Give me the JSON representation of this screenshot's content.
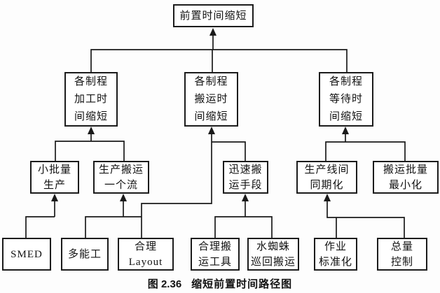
{
  "figure": {
    "caption_number": "图 2.36",
    "caption_title": "缩短前置时间路径图"
  },
  "nodes": {
    "root": "前置时间缩短",
    "process_time": "各制程\n加工时\n间缩短",
    "transport_time": "各制程\n搬运时\n间缩短",
    "wait_time": "各制程\n等待时\n间缩短",
    "small_batch": "小批量\n生产",
    "one_piece_flow": "生产搬运\n一个流",
    "rapid_transport": "迅速搬\n运手段",
    "line_sync": "生产线间\n同期化",
    "min_transport_batch": "搬运批量\n最小化",
    "smed": "SMED",
    "multi_skilled": "多能工",
    "layout": "合理\nLayout",
    "transport_tools": "合理搬\n运工具",
    "water_spider": "水蜘蛛\n巡回搬运",
    "work_standard": "作业\n标准化",
    "total_control": "总量\n控制"
  },
  "edges": [
    {
      "from": "process_time",
      "to": "root"
    },
    {
      "from": "transport_time",
      "to": "root"
    },
    {
      "from": "wait_time",
      "to": "root"
    },
    {
      "from": "small_batch",
      "to": "process_time"
    },
    {
      "from": "one_piece_flow",
      "to": "process_time"
    },
    {
      "from": "rapid_transport",
      "to": "transport_time"
    },
    {
      "from": "layout",
      "to": "transport_time"
    },
    {
      "from": "line_sync",
      "to": "wait_time"
    },
    {
      "from": "min_transport_batch",
      "to": "wait_time"
    },
    {
      "from": "smed",
      "to": "small_batch"
    },
    {
      "from": "multi_skilled",
      "to": "one_piece_flow"
    },
    {
      "from": "layout",
      "to": "one_piece_flow"
    },
    {
      "from": "transport_tools",
      "to": "rapid_transport"
    },
    {
      "from": "water_spider",
      "to": "rapid_transport"
    },
    {
      "from": "work_standard",
      "to": "line_sync"
    },
    {
      "from": "total_control",
      "to": "line_sync"
    }
  ]
}
